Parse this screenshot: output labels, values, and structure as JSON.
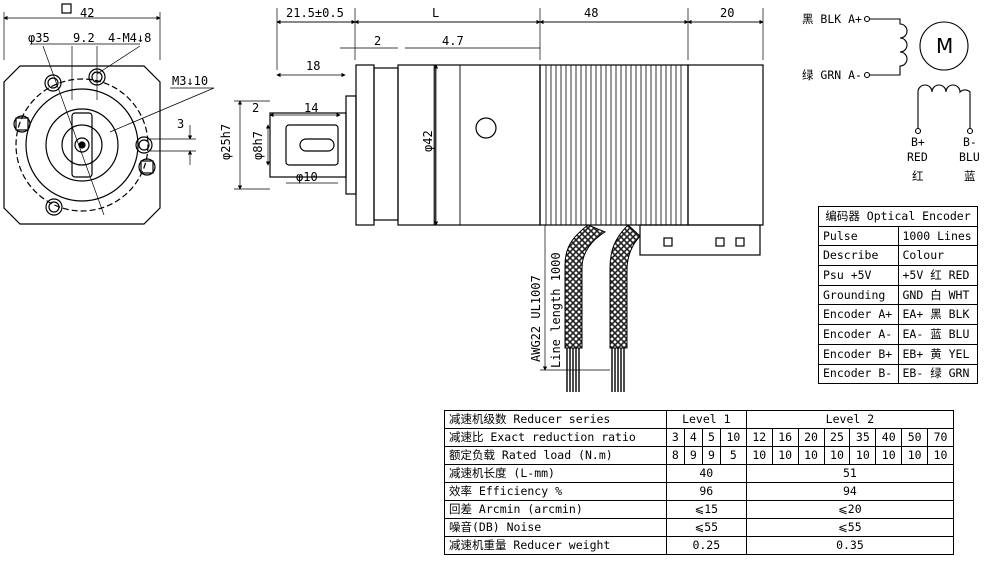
{
  "front_view": {
    "square": "42",
    "pcd": "φ35",
    "offset": "9.2",
    "holes": "4-M4↓8",
    "screw": "M3↓10",
    "key": "3"
  },
  "side_view": {
    "dim_21": "21.5±0.5",
    "dim_L": "L",
    "dim_48": "48",
    "dim_20": "20",
    "dim_2a": "2",
    "dim_47": "4.7",
    "dim_18": "18",
    "dim_2b": "2",
    "dim_14": "14",
    "dia_25": "φ25h7",
    "dia_8": "φ8h7",
    "dia_10": "φ10",
    "dia_42": "φ42",
    "cable_spec": "AWG22 UL1007",
    "line_length": "Line length 1000"
  },
  "wiring": {
    "a_plus": "黑 BLK A+",
    "a_minus": "绿 GRN A-",
    "motor": "M",
    "b_plus": "B+",
    "b_plus_color": "RED",
    "b_plus_cn": "红",
    "b_minus": "B-",
    "b_minus_color": "BLU",
    "b_minus_cn": "蓝"
  },
  "encoder_table": {
    "title": "编码器 Optical Encoder",
    "rows": [
      [
        "Pulse",
        "1000 Lines"
      ],
      [
        "Describe",
        "Colour"
      ],
      [
        "Psu +5V",
        "+5V 红 RED"
      ],
      [
        "Grounding",
        "GND 白 WHT"
      ],
      [
        "Encoder A+",
        "EA+ 黑 BLK"
      ],
      [
        "Encoder A-",
        "EA- 蓝 BLU"
      ],
      [
        "Encoder B+",
        "EB+ 黄 YEL"
      ],
      [
        "Encoder B-",
        "EB- 绿 GRN"
      ]
    ]
  },
  "reducer_table": {
    "series_label": "减速机级数 Reducer series",
    "level1": "Level 1",
    "level2": "Level 2",
    "ratio_label": "减速比 Exact reduction ratio",
    "ratios": [
      "3",
      "4",
      "5",
      "10",
      "12",
      "16",
      "20",
      "25",
      "35",
      "40",
      "50",
      "70"
    ],
    "load_label": "额定负载 Rated load (N.m)",
    "loads": [
      "8",
      "9",
      "9",
      "5",
      "10",
      "10",
      "10",
      "10",
      "10",
      "10",
      "10",
      "10"
    ],
    "length_label": "减速机长度 (L-mm)",
    "length_l1": "40",
    "length_l2": "51",
    "eff_label": "效率 Efficiency %",
    "eff_l1": "96",
    "eff_l2": "94",
    "arc_label": "回差 Arcmin (arcmin)",
    "arc_l1": "⩽15",
    "arc_l2": "⩽20",
    "noise_label": "噪音(DB) Noise",
    "noise_l1": "⩽55",
    "noise_l2": "⩽55",
    "weight_label": "减速机重量 Reducer weight",
    "weight_l1": "0.25",
    "weight_l2": "0.35"
  }
}
